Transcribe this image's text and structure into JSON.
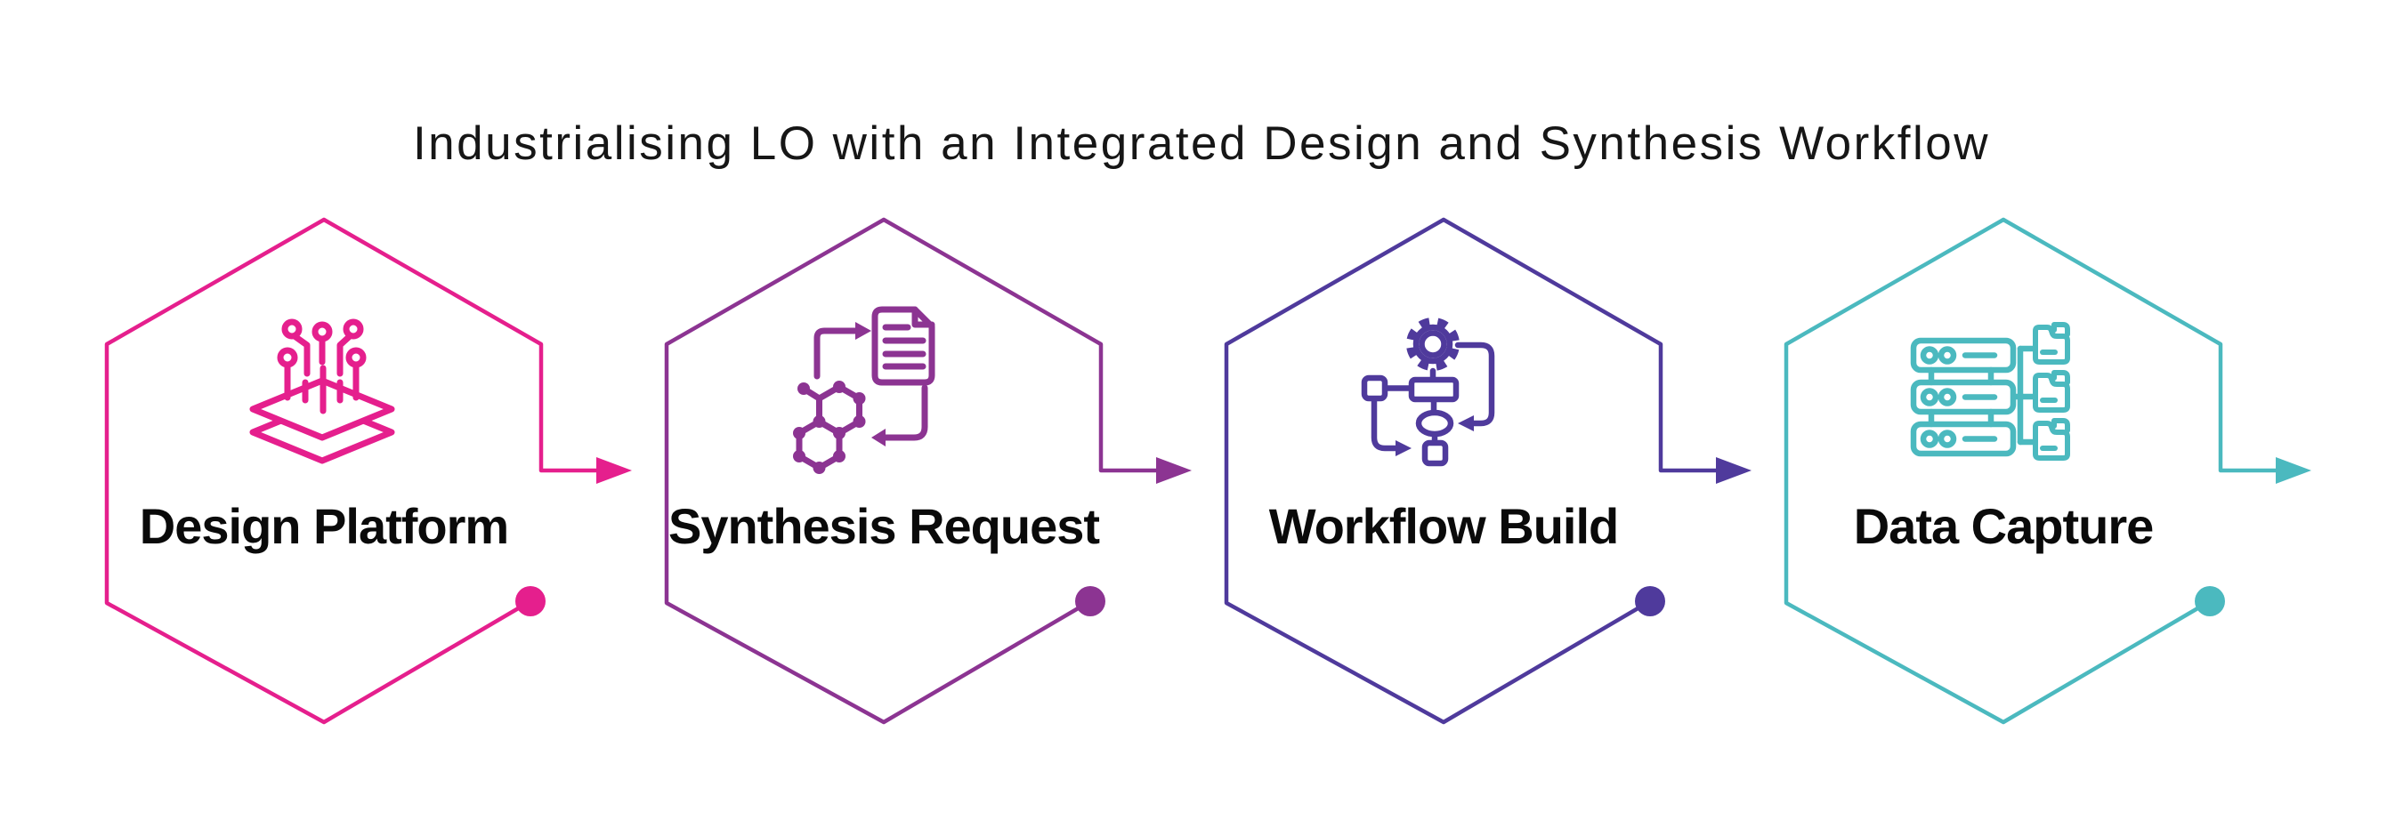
{
  "title": "Industrialising LO with an Integrated Design and Synthesis Workflow",
  "stages": [
    {
      "label": "Design Platform",
      "color": "#E51F8D",
      "icon": "circuit-platform-icon"
    },
    {
      "label": "Synthesis Request",
      "color": "#8C3492",
      "icon": "molecule-document-cycle-icon"
    },
    {
      "label": "Workflow Build",
      "color": "#4F3A9C",
      "icon": "gear-flowchart-icon"
    },
    {
      "label": "Data Capture",
      "color": "#4BB9BF",
      "icon": "server-folders-icon"
    }
  ]
}
